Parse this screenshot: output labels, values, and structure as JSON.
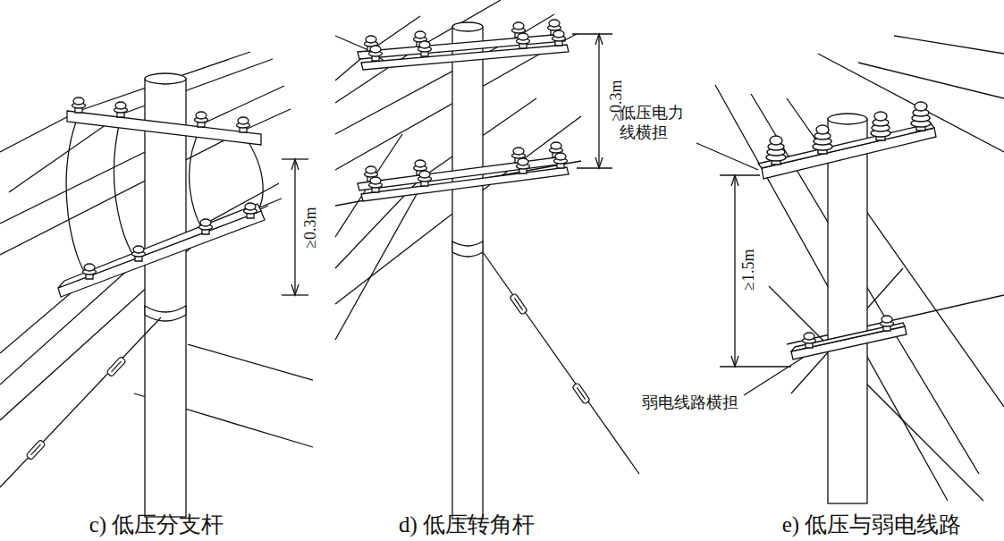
{
  "diagram": {
    "labels": [
      "≥0.3m",
      "≥0.3m",
      "低压电力线横担",
      "≥1.5m",
      "弱电线路横担",
      "c) 低压分支杆",
      "d) 低压转角杆",
      "e) 低压与弱电线路"
    ]
  }
}
